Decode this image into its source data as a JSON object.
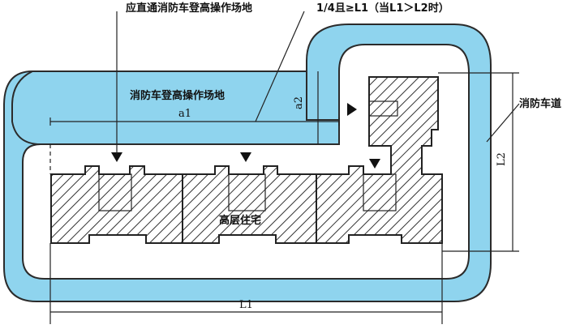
{
  "labels": {
    "top_left_note": "应直通消防车登高操作场地",
    "top_right_note": "1/4且≥L1（当L1＞L2时）",
    "work_area": "消防车登高操作场地",
    "fire_road": "消防车道",
    "building": "高层住宅",
    "dim_a1": "a1",
    "dim_a2": "a2",
    "dim_L1": "L1",
    "dim_L2": "L2"
  },
  "colors": {
    "road_fill": "#8fd4ee",
    "line": "#222222"
  },
  "icons": {
    "entrance_marker": "triangle-arrow-icon"
  }
}
